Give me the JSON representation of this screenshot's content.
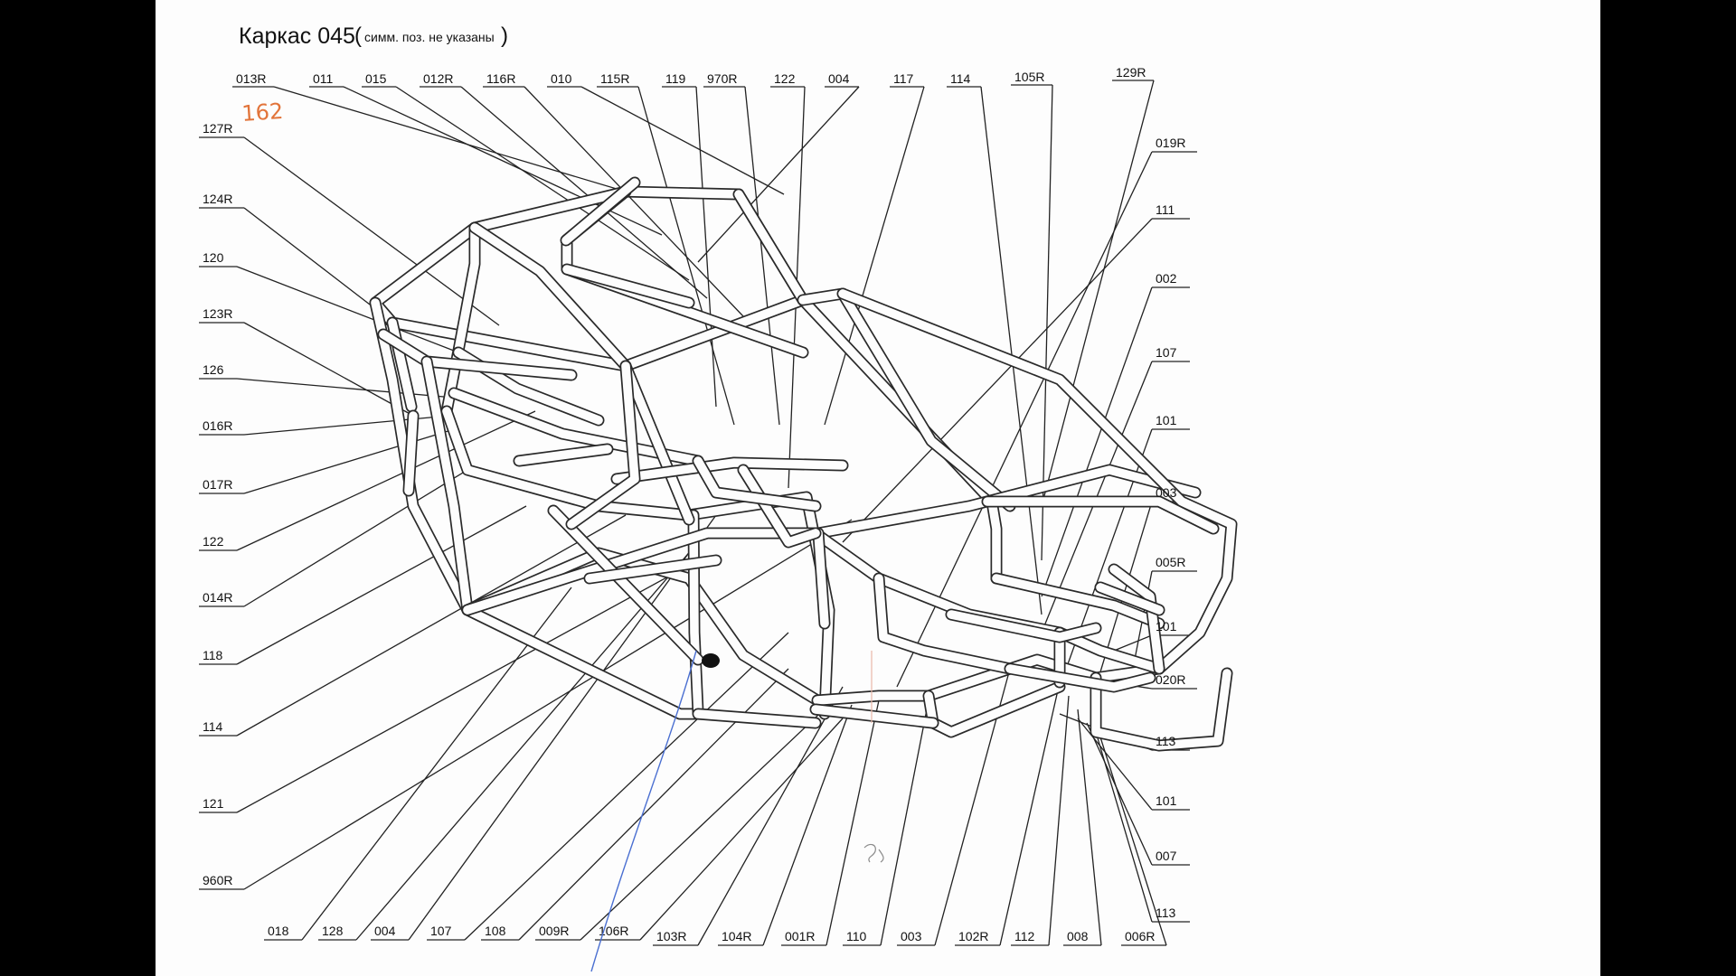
{
  "header": {
    "title": "Каркас 045",
    "subtitle": "симм. поз. не указаны"
  },
  "handwritten": {
    "top_left": "162"
  },
  "labels": {
    "top": [
      "013R",
      "011",
      "015",
      "012R",
      "116R",
      "010",
      "115R",
      "119",
      "970R",
      "122",
      "004",
      "117",
      "114",
      "105R",
      "129R"
    ],
    "left": [
      "127R",
      "124R",
      "120",
      "123R",
      "126",
      "016R",
      "017R",
      "122",
      "014R",
      "118",
      "114",
      "121",
      "960R"
    ],
    "right": [
      "019R",
      "111",
      "002",
      "107",
      "101",
      "003",
      "005R",
      "101",
      "020R",
      "113",
      "101",
      "007",
      "113"
    ],
    "bottom": [
      "018",
      "128",
      "004",
      "107",
      "108",
      "009R",
      "106R",
      "103R",
      "104R",
      "001R",
      "110",
      "003",
      "102R",
      "112",
      "008",
      "006R"
    ]
  },
  "colors": {
    "paper": "#fdfdfd",
    "ink": "#111111",
    "handwriting_orange": "#e2743a",
    "pen_blue": "#4a6fd1"
  }
}
